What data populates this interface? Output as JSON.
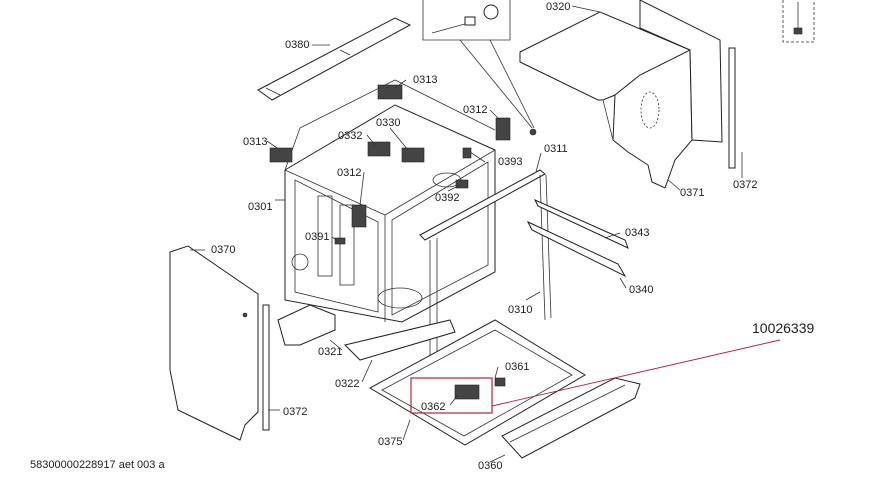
{
  "diagram": {
    "document_code": "58300000228917 aet 003 a",
    "highlight_part": "10026339",
    "labels": {
      "p0320": "0320",
      "p0380": "0380",
      "p0313a": "0313",
      "p0313b": "0313",
      "p0332": "0332",
      "p0330": "0330",
      "p0312a": "0312",
      "p0312b": "0312",
      "p0393": "0393",
      "p0311": "0311",
      "p0301": "0301",
      "p0392": "0392",
      "p0371": "0371",
      "p0372a": "0372",
      "p0391": "0391",
      "p0370": "0370",
      "p0343": "0343",
      "p0340": "0340",
      "p0310": "0310",
      "p0321": "0321",
      "p0361": "0361",
      "p0322": "0322",
      "p0362": "0362",
      "p0372b": "0372",
      "p0375": "0375",
      "p0360": "0360"
    },
    "colors": {
      "highlight": "#b3263a",
      "line": "#333333"
    }
  }
}
